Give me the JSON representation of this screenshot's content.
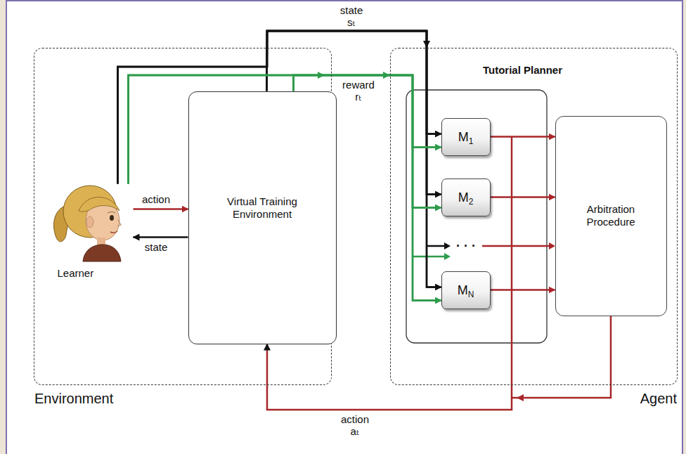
{
  "diagram": {
    "nodes": [
      {
        "text": [
          "Environment"
        ]
      },
      {
        "text": [
          "Learner"
        ],
        "in": 0
      },
      {
        "text": [
          "Virtual Training Environment"
        ],
        "in": 0
      },
      {
        "text": [
          "Tutorial Planner",
          "Agent"
        ]
      },
      {
        "text": [
          "M1"
        ],
        "in": 3
      },
      {
        "text": [
          "M2"
        ],
        "in": 3
      },
      {
        "text": [
          "MN"
        ],
        "in": 3
      },
      {
        "text": [
          "Arbitration Procedure"
        ],
        "in": 3
      }
    ],
    "edges": [
      {
        "from": 1,
        "to": 2,
        "arrow": "to",
        "label": "action"
      },
      {
        "from": 2,
        "to": 1,
        "arrow": "to",
        "label": "state"
      },
      {
        "from": 2,
        "to": 4,
        "arrow": "to",
        "label": "state sₜ"
      },
      {
        "from": 2,
        "to": 5,
        "arrow": "to"
      },
      {
        "from": 2,
        "to": 6,
        "arrow": "to"
      },
      {
        "from": 1,
        "to": 4,
        "arrow": "to"
      },
      {
        "from": 1,
        "to": 5,
        "arrow": "to"
      },
      {
        "from": 1,
        "to": 6,
        "arrow": "to"
      },
      {
        "from": 2,
        "to": 4,
        "arrow": "to",
        "label": "reward rₜ"
      },
      {
        "from": 2,
        "to": 5,
        "arrow": "to"
      },
      {
        "from": 2,
        "to": 6,
        "arrow": "to"
      },
      {
        "from": 1,
        "to": 4,
        "arrow": "to"
      },
      {
        "from": 1,
        "to": 5,
        "arrow": "to"
      },
      {
        "from": 1,
        "to": 6,
        "arrow": "to"
      },
      {
        "from": 4,
        "to": 7,
        "arrow": "to"
      },
      {
        "from": 5,
        "to": 7,
        "arrow": "to"
      },
      {
        "from": 6,
        "to": 7,
        "arrow": "to"
      },
      {
        "from": 7,
        "to": 2,
        "arrow": "to",
        "label": "action aₜ"
      }
    ],
    "labels": [
      "· · ·"
    ]
  }
}
